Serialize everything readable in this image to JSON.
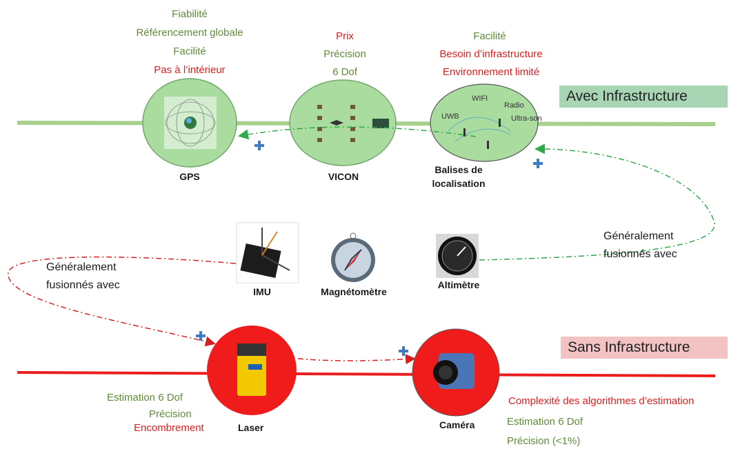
{
  "banners": {
    "with_infra": "Avec Infrastructure",
    "without_infra": "Sans Infrastructure"
  },
  "gps": {
    "label": "GPS",
    "pros": [
      "Fiabilité",
      "Référencement globale",
      "Facilité"
    ],
    "cons": [
      "Pas à l’intérieur"
    ]
  },
  "vicon": {
    "label": "VICON",
    "cons": [
      "Prix"
    ],
    "pros": [
      "Précision",
      "6 Dof"
    ]
  },
  "beacons": {
    "label_line1": "Balises de",
    "label_line2": "localisation",
    "pros": [
      "Facilité"
    ],
    "cons": [
      "Besoin d’infrastructure",
      "Environnement limité"
    ],
    "inner_labels": {
      "wifi": "WIFI",
      "radio": "Radio",
      "uwb": "UWB",
      "ultrason": "Ultra-son"
    }
  },
  "sensors": {
    "imu": "IMU",
    "magnetometer": "Magnétomètre",
    "altimeter": "Altimètre"
  },
  "fusion_left": {
    "line1": "Généralement",
    "line2": "fusionnés avec"
  },
  "fusion_right": {
    "line1": "Généralement",
    "line2": "fusionnés avec"
  },
  "laser": {
    "label": "Laser",
    "pros": [
      "Estimation 6 Dof",
      "Précision"
    ],
    "cons": [
      "Encombrement"
    ]
  },
  "camera": {
    "label": "Caméra",
    "cons": [
      "Complexité des algorithmes d’estimation"
    ],
    "pros": [
      "Estimation 6 Dof",
      "Précision (<1%)"
    ]
  },
  "colors": {
    "green_text": "#5e8a3a",
    "red_text": "#e31b1b",
    "green_fill": "#a9dca0",
    "red_fill": "#f01c1c",
    "green_banner": "#a8d5b3",
    "red_banner": "#f3c3c3",
    "plus": "#3e7cc5"
  }
}
